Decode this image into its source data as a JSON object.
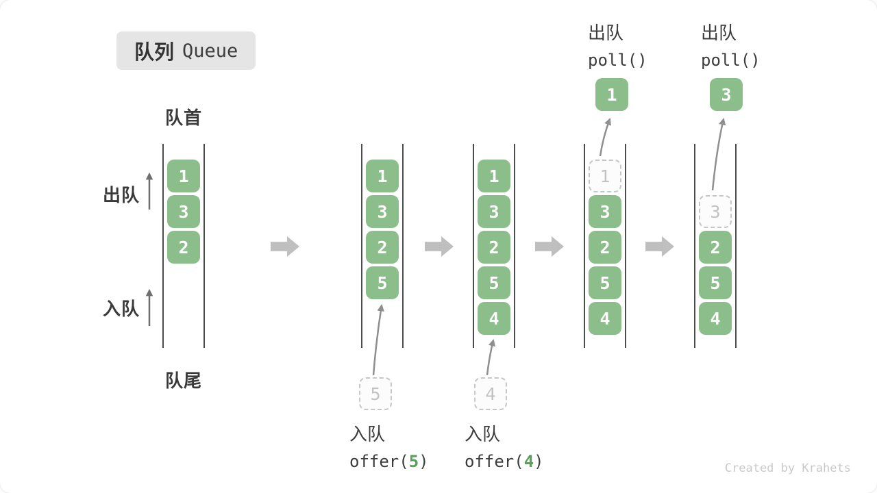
{
  "title": {
    "zh": "队列",
    "en": "Queue"
  },
  "side_labels": {
    "front": "队首",
    "rear": "队尾",
    "dequeue": "出队",
    "enqueue": "入队"
  },
  "credit": "Created by Krahets",
  "colors": {
    "box_green": "#8cbe8c",
    "accent_green": "#57a057",
    "wall_gray": "#4c4c4c",
    "flow_arrow_gray": "#bfbfbf",
    "dashed_border_gray": "#c6c6c6",
    "text_dark": "#3c3c3c"
  },
  "states": [
    {
      "name": "initial",
      "slots": [
        {
          "slot": 0,
          "value": "1",
          "type": "solid"
        },
        {
          "slot": 1,
          "value": "3",
          "type": "solid"
        },
        {
          "slot": 2,
          "value": "2",
          "type": "solid"
        }
      ]
    },
    {
      "name": "after-offer-5",
      "slots": [
        {
          "slot": 0,
          "value": "1",
          "type": "solid"
        },
        {
          "slot": 1,
          "value": "3",
          "type": "solid"
        },
        {
          "slot": 2,
          "value": "2",
          "type": "solid"
        },
        {
          "slot": 3,
          "value": "5",
          "type": "solid"
        }
      ],
      "pending": {
        "value": "5"
      },
      "caption": {
        "zh": "入队",
        "code_before": "offer(",
        "arg": "5",
        "code_after": ")"
      }
    },
    {
      "name": "after-offer-4",
      "slots": [
        {
          "slot": 0,
          "value": "1",
          "type": "solid"
        },
        {
          "slot": 1,
          "value": "3",
          "type": "solid"
        },
        {
          "slot": 2,
          "value": "2",
          "type": "solid"
        },
        {
          "slot": 3,
          "value": "5",
          "type": "solid"
        },
        {
          "slot": 4,
          "value": "4",
          "type": "solid"
        }
      ],
      "pending": {
        "value": "4"
      },
      "caption": {
        "zh": "入队",
        "code_before": "offer(",
        "arg": "4",
        "code_after": ")"
      }
    },
    {
      "name": "after-poll-1",
      "slots": [
        {
          "slot": 0,
          "value": "1",
          "type": "removed"
        },
        {
          "slot": 1,
          "value": "3",
          "type": "solid"
        },
        {
          "slot": 2,
          "value": "2",
          "type": "solid"
        },
        {
          "slot": 3,
          "value": "5",
          "type": "solid"
        },
        {
          "slot": 4,
          "value": "4",
          "type": "solid"
        }
      ],
      "polled": {
        "value": "1"
      },
      "caption": {
        "zh": "出队",
        "code": "poll()"
      }
    },
    {
      "name": "after-poll-3",
      "slots": [
        {
          "slot": 1,
          "value": "3",
          "type": "removed"
        },
        {
          "slot": 2,
          "value": "2",
          "type": "solid"
        },
        {
          "slot": 3,
          "value": "5",
          "type": "solid"
        },
        {
          "slot": 4,
          "value": "4",
          "type": "solid"
        }
      ],
      "polled": {
        "value": "3"
      },
      "caption": {
        "zh": "出队",
        "code": "poll()"
      }
    }
  ]
}
